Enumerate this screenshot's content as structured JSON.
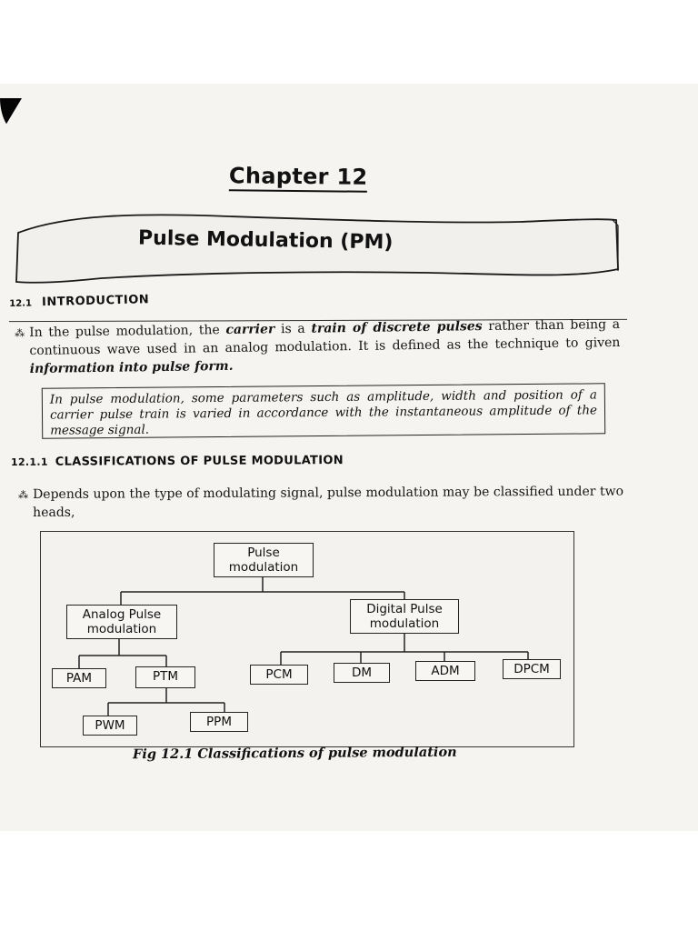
{
  "chapter": "Chapter 12",
  "title": "Pulse Modulation (PM)",
  "section": {
    "number": "12.1",
    "title": "INTRODUCTION"
  },
  "intro": {
    "bullet": "⁂",
    "t1": "In the pulse modulation, the ",
    "carrier": "carrier",
    "t2": " is a ",
    "train": "train of discrete pulses",
    "t3": " rather than being a continuous wave used in an analog modulation. It is defined as the technique to given ",
    "info": "information into pulse form."
  },
  "definition": "In pulse modulation, some parameters such as amplitude, width and position of a carrier pulse train is varied in accordance with the instantaneous amplitude of the message signal.",
  "subsection": {
    "number": "12.1.1",
    "title": "CLASSIFICATIONS OF PULSE MODULATION"
  },
  "classify_text": "Depends upon the type of modulating signal, pulse modulation may be classified under two heads,",
  "diagram": {
    "root_l1": "Pulse",
    "root_l2": "modulation",
    "analog_l1": "Analog Pulse",
    "analog_l2": "modulation",
    "digital_l1": "Digital Pulse",
    "digital_l2": "modulation",
    "pam": "PAM",
    "ptm": "PTM",
    "pcm": "PCM",
    "dm": "DM",
    "adm": "ADM",
    "dpcm": "DPCM",
    "pwm": "PWM",
    "ppm": "PPM"
  },
  "caption": "Fig 12.1 Classifications of pulse modulation"
}
